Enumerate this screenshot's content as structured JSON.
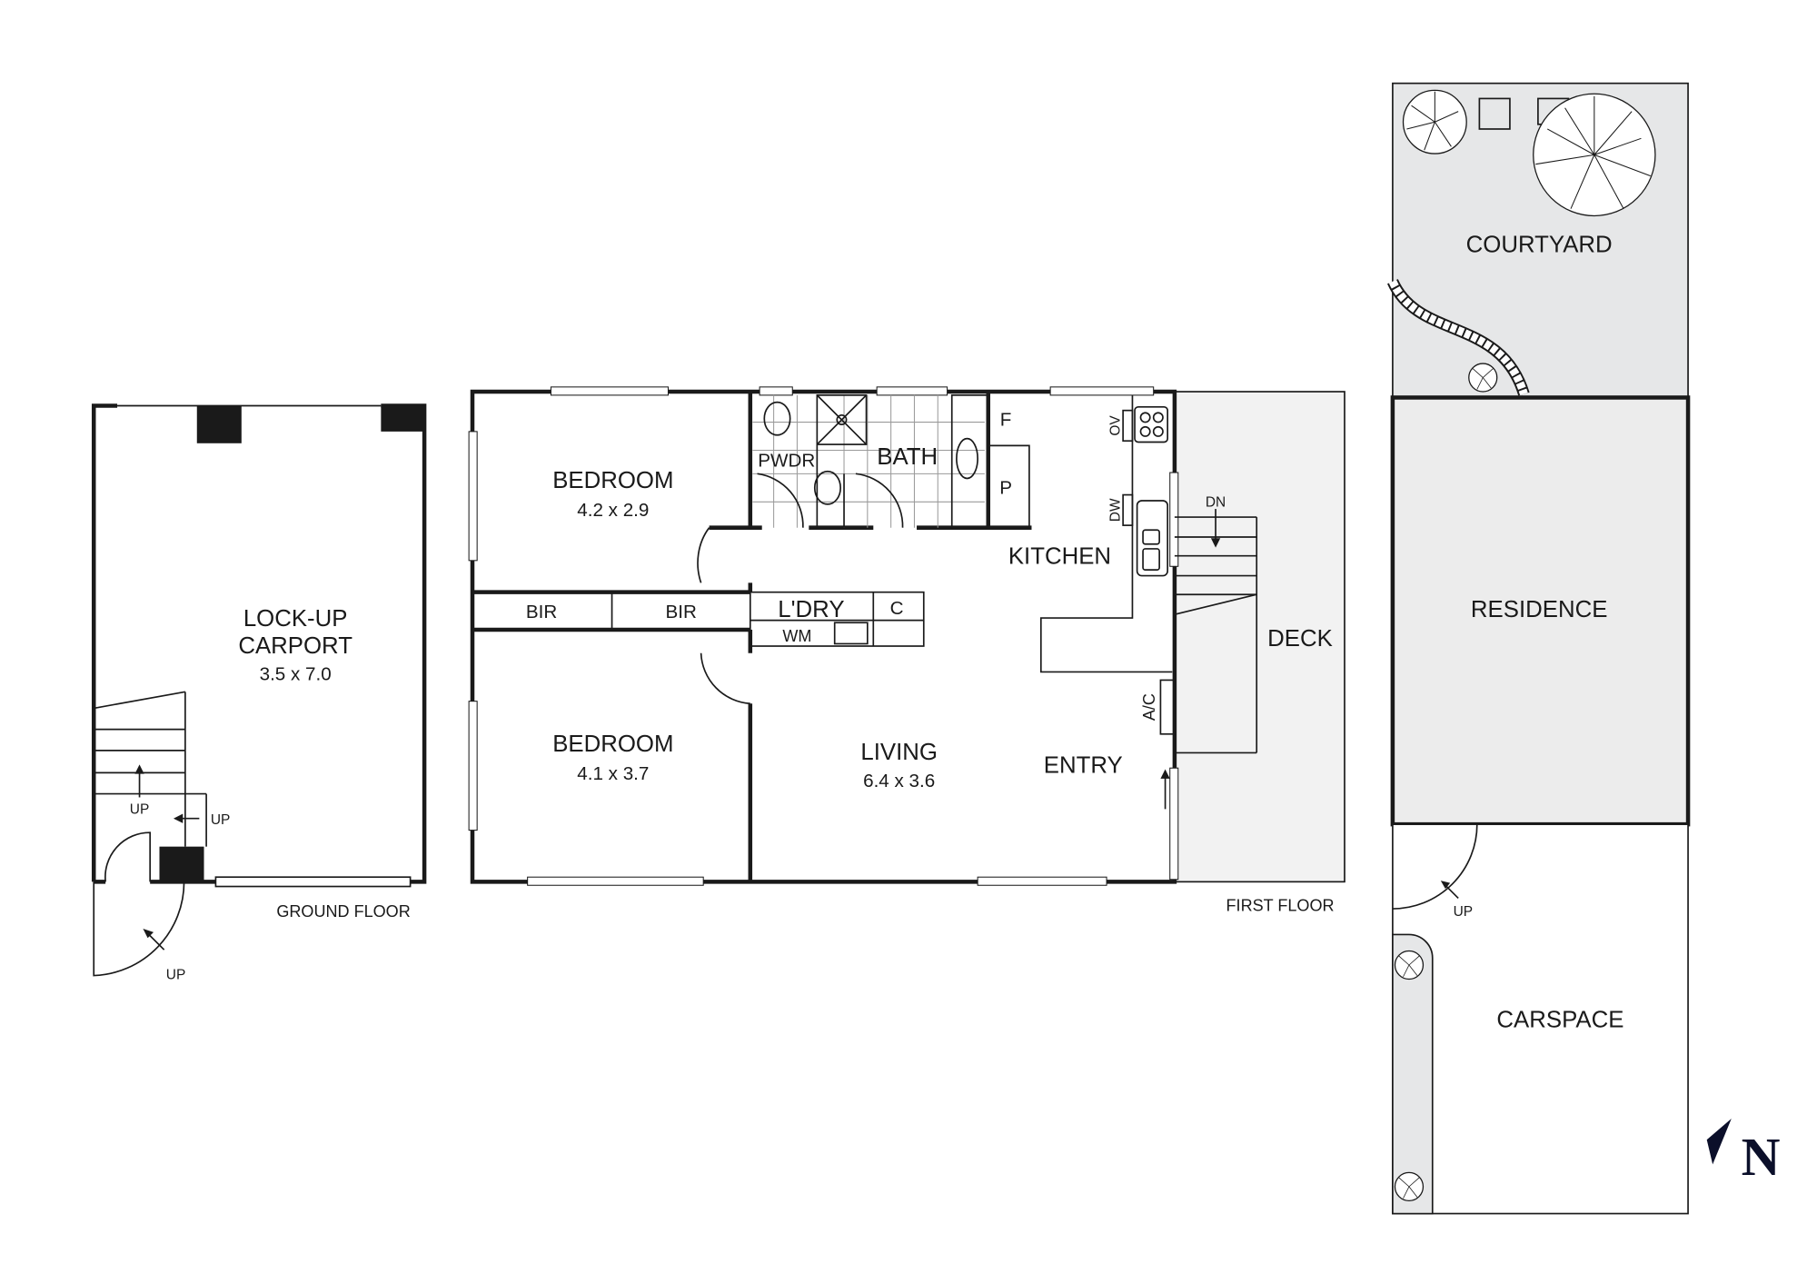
{
  "plan": {
    "colors": {
      "walls": "#1a1a1a",
      "outdoor_fill": "#e6e7e8",
      "deck_fill": "#f2f2f2",
      "north_arrow": "#0b0f2a"
    },
    "ground_floor": {
      "caption": "GROUND FLOOR",
      "rooms": [
        {
          "name": "LOCK-UP",
          "name2": "CARPORT",
          "dims": "3.5 x 7.0"
        }
      ],
      "stair_labels": [
        "UP",
        "UP",
        "UP"
      ]
    },
    "first_floor": {
      "caption": "FIRST FLOOR",
      "rooms": [
        {
          "name": "BEDROOM",
          "dims": "4.2 x 2.9"
        },
        {
          "name": "BEDROOM",
          "dims": "4.1 x 3.7"
        },
        {
          "name": "LIVING",
          "dims": "6.4 x 3.6"
        },
        {
          "name": "KITCHEN"
        },
        {
          "name": "ENTRY"
        },
        {
          "name": "DECK"
        },
        {
          "name": "BATH"
        },
        {
          "name": "PWDR"
        },
        {
          "name": "L'DRY"
        }
      ],
      "fixtures": {
        "bir_1": "BIR",
        "bir_2": "BIR",
        "wm": "WM",
        "cupboard": "C",
        "fridge": "F",
        "pantry": "P",
        "oven": "OV",
        "dishwasher": "DW",
        "aircon": "A/C",
        "stair_down": "DN"
      }
    },
    "site_plan": {
      "areas": [
        {
          "name": "COURTYARD"
        },
        {
          "name": "RESIDENCE"
        },
        {
          "name": "CARSPACE"
        }
      ],
      "stair_label": "UP",
      "north_label": "N"
    }
  }
}
